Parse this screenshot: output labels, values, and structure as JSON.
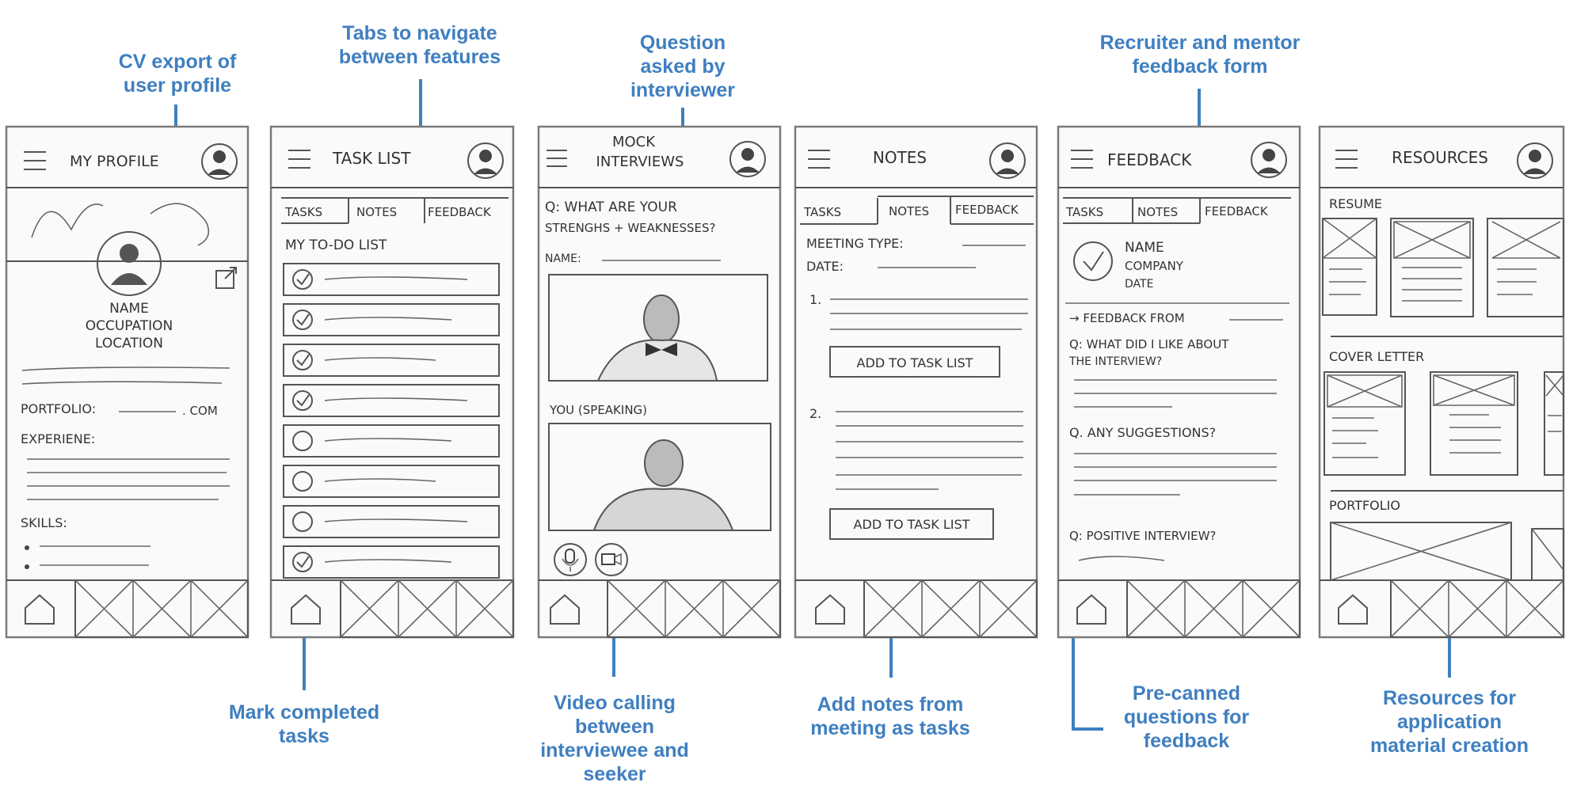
{
  "annotations": {
    "cv_export": [
      "CV export of",
      "user profile"
    ],
    "tabs": [
      "Tabs to navigate",
      "between features"
    ],
    "question": [
      "Question",
      "asked by",
      "interviewer"
    ],
    "feedback_form": [
      "Recruiter and mentor",
      "feedback form"
    ],
    "mark_completed": [
      "Mark completed",
      "tasks"
    ],
    "video_calling": [
      "Video calling",
      "between",
      "interviewee and",
      "seeker"
    ],
    "add_notes": [
      "Add notes from",
      "meeting as tasks"
    ],
    "precanned": [
      "Pre-canned",
      "questions for",
      "feedback"
    ],
    "resources": [
      "Resources for",
      "application",
      "material creation"
    ]
  },
  "screens": {
    "profile": {
      "title": "MY PROFILE",
      "name": "NAME",
      "occupation": "OCCUPATION",
      "location": "LOCATION",
      "portfolio": "PORTFOLIO:",
      "portfolio_suffix": ". COM",
      "experience": "EXPERIENE:",
      "skills": "SKILLS:"
    },
    "tasks": {
      "title": "TASK LIST",
      "tabs": [
        "TASKS",
        "NOTES",
        "FEEDBACK"
      ],
      "heading": "MY TO-DO LIST",
      "items_checked": [
        true,
        true,
        true,
        true,
        false,
        false,
        false,
        true
      ]
    },
    "interviews": {
      "title_lines": [
        "MOCK",
        "INTERVIEWS"
      ],
      "question_lines": [
        "Q: WHAT ARE YOUR",
        "STRENGHS + WEAKNESSES?"
      ],
      "name_label": "NAME:",
      "you_label": "YOU (SPEAKING)"
    },
    "notes": {
      "title": "NOTES",
      "tabs": [
        "TASKS",
        "NOTES",
        "FEEDBACK"
      ],
      "meeting_type": "MEETING TYPE:",
      "date": "DATE:",
      "item1": "1.",
      "item2": "2.",
      "add_button": "ADD TO TASK LIST"
    },
    "feedback": {
      "title": "FEEDBACK",
      "tabs": [
        "TASKS",
        "NOTES",
        "FEEDBACK"
      ],
      "name": "NAME",
      "company": "COMPANY",
      "date": "DATE",
      "from": "→ FEEDBACK FROM",
      "q1_lines": [
        "Q: WHAT DID I LIKE ABOUT",
        "THE INTERVIEW?"
      ],
      "q2": "Q. ANY SUGGESTIONS?",
      "q3": "Q: POSITIVE INTERVIEW?"
    },
    "resources": {
      "title": "RESOURCES",
      "resume": "RESUME",
      "cover_letter": "COVER LETTER",
      "portfolio": "PORTFOLIO"
    }
  }
}
